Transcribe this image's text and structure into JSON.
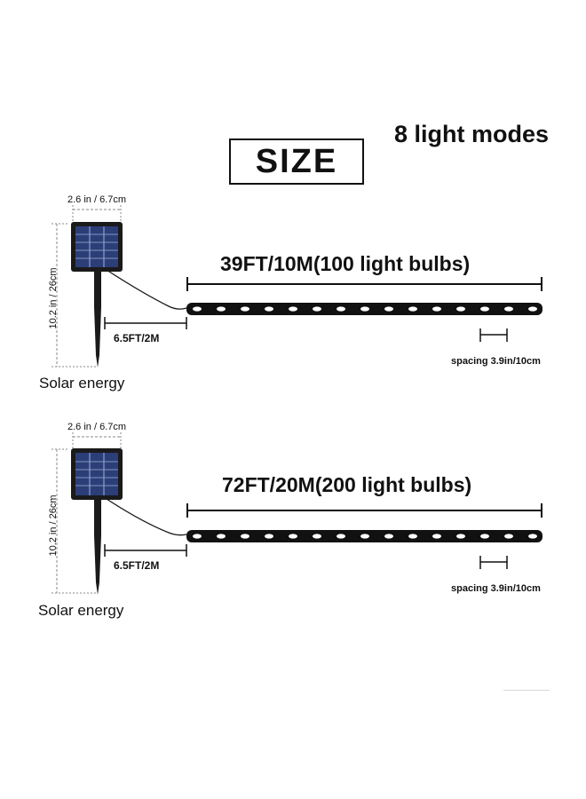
{
  "header": {
    "modes_text": "8 light modes",
    "size_title": "SIZE"
  },
  "sections": [
    {
      "panel_width": "2.6 in / 6.7cm",
      "panel_height": "10.2 in / 26cm",
      "solar_label": "Solar energy",
      "length_label": "39FT/10M(100 light bulbs)",
      "lead_label": "6.5FT/2M",
      "spacing_label": "spacing 3.9in/10cm"
    },
    {
      "panel_width": "2.6 in / 6.7cm",
      "panel_height": "10.2 in / 26cm",
      "solar_label": "Solar energy",
      "length_label": "72FT/20M(200 light bulbs)",
      "lead_label": "6.5FT/2M",
      "spacing_label": "spacing 3.9in/10cm"
    }
  ],
  "colors": {
    "ink": "#111111",
    "panel_cell": "#2c3e78",
    "bulb": "#ffffff",
    "dim_dash": "#8a8a8a"
  }
}
